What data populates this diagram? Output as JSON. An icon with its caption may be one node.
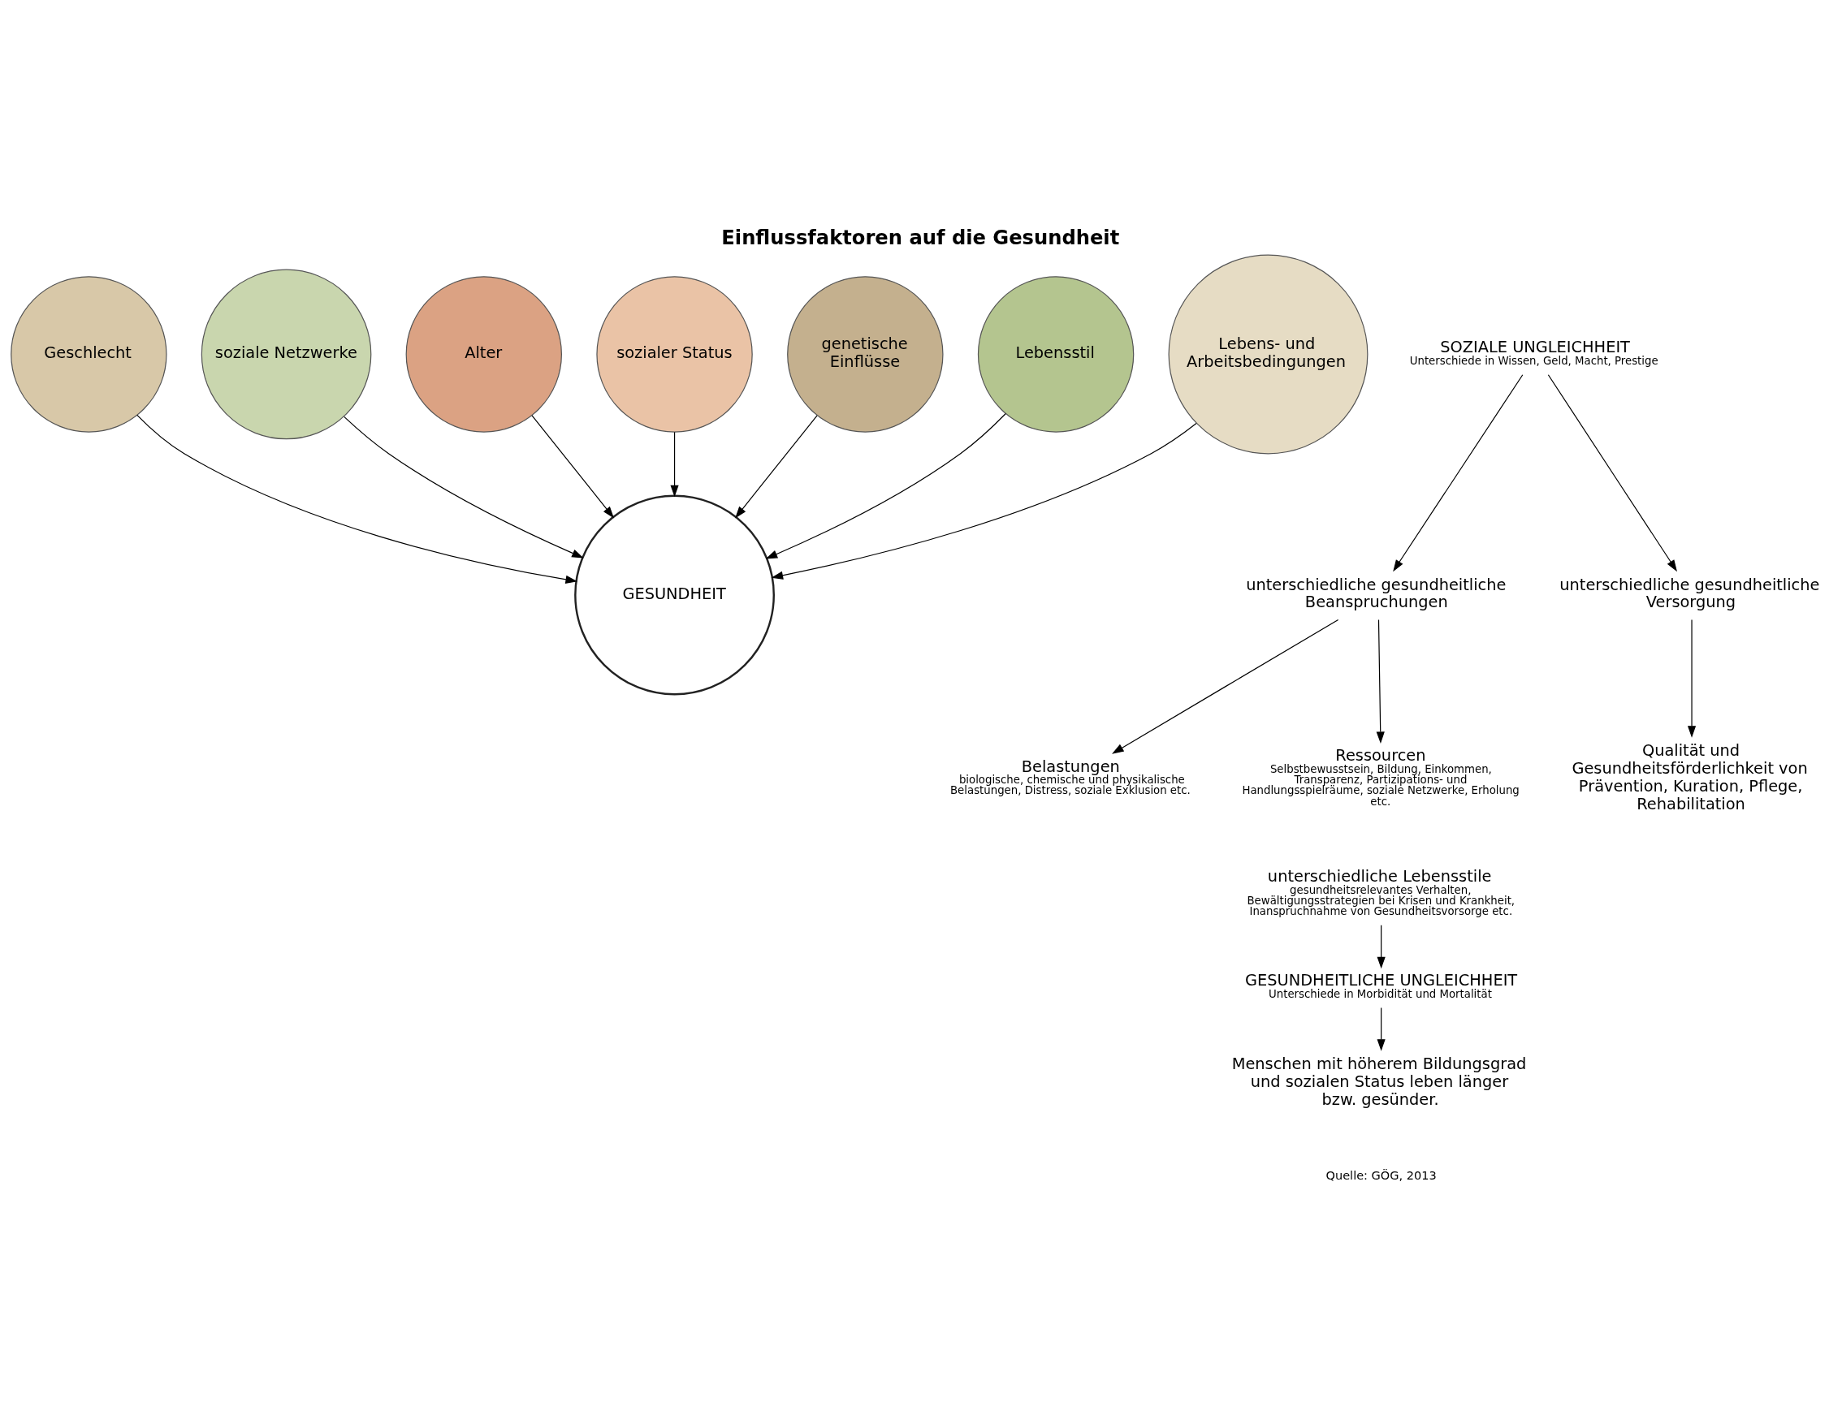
{
  "diagram": {
    "title": "Einflussfaktoren auf die Gesundheit",
    "caption": "Quelle: GÖG, 2013",
    "nodes": [
      {
        "text": [
          "Geschlecht"
        ]
      },
      {
        "text": [
          "soziale Netzwerke"
        ]
      },
      {
        "text": [
          "Alter"
        ]
      },
      {
        "text": [
          "GESUNDHEIT"
        ]
      },
      {
        "text": [
          "sozialer Status"
        ]
      },
      {
        "text": [
          "genetische Einflüsse"
        ]
      },
      {
        "text": [
          "Lebensstil"
        ]
      },
      {
        "text": [
          "Lebens- und Arbeitsbedingungen"
        ]
      },
      {
        "text": [
          "SOZIALE UNGLEICHHEIT",
          "Unterschiede in Wissen, Geld, Macht, Prestige"
        ]
      },
      {
        "text": [
          "unterschiedliche gesundheitliche Beanspruchungen"
        ]
      },
      {
        "text": [
          "unterschiedliche gesundheitliche Versorgung"
        ]
      },
      {
        "text": [
          "Belastungen",
          "biologische, chemische und physikalische Belastungen, Distress, soziale Exklusion etc."
        ]
      },
      {
        "text": [
          "Ressourcen",
          "Selbstbewusstsein, Bildung, Einkommen, Transparenz, Partizipations- und Handlungsspielräume, soziale Netzwerke, Erholung etc."
        ]
      },
      {
        "text": [
          "Qualität und Gesundheitsförderlichkeit von Prävention, Kuration, Pflege, Rehabilitation"
        ]
      },
      {
        "text": [
          "unterschiedliche Lebensstile",
          "gesundheitsrelevantes Verhalten, Bewältigungsstrategien bei Krisen und Krankheit, Inanspruchnahme von Gesundheitsvorsorge etc."
        ]
      },
      {
        "text": [
          "GESUNDHEITLICHE UNGLEICHHEIT",
          "Unterschiede in Morbidität und Mortalität"
        ]
      },
      {
        "text": [
          "Menschen mit höherem Bildungsgrad und sozialen Status leben länger bzw. gesünder."
        ]
      }
    ],
    "edges": [
      {
        "from": 0,
        "to": 3,
        "arrow": "to"
      },
      {
        "from": 1,
        "to": 3,
        "arrow": "to"
      },
      {
        "from": 2,
        "to": 3,
        "arrow": "to"
      },
      {
        "from": 4,
        "to": 3,
        "arrow": "to"
      },
      {
        "from": 5,
        "to": 3,
        "arrow": "to"
      },
      {
        "from": 6,
        "to": 3,
        "arrow": "to"
      },
      {
        "from": 7,
        "to": 3,
        "arrow": "to"
      },
      {
        "from": 8,
        "to": 9,
        "arrow": "to"
      },
      {
        "from": 8,
        "to": 10,
        "arrow": "to"
      },
      {
        "from": 9,
        "to": 11,
        "arrow": "to"
      },
      {
        "from": 9,
        "to": 12,
        "arrow": "to"
      },
      {
        "from": 10,
        "to": 13,
        "arrow": "to"
      },
      {
        "from": 14,
        "to": 15,
        "arrow": "to"
      },
      {
        "from": 15,
        "to": 16,
        "arrow": "to"
      }
    ]
  }
}
